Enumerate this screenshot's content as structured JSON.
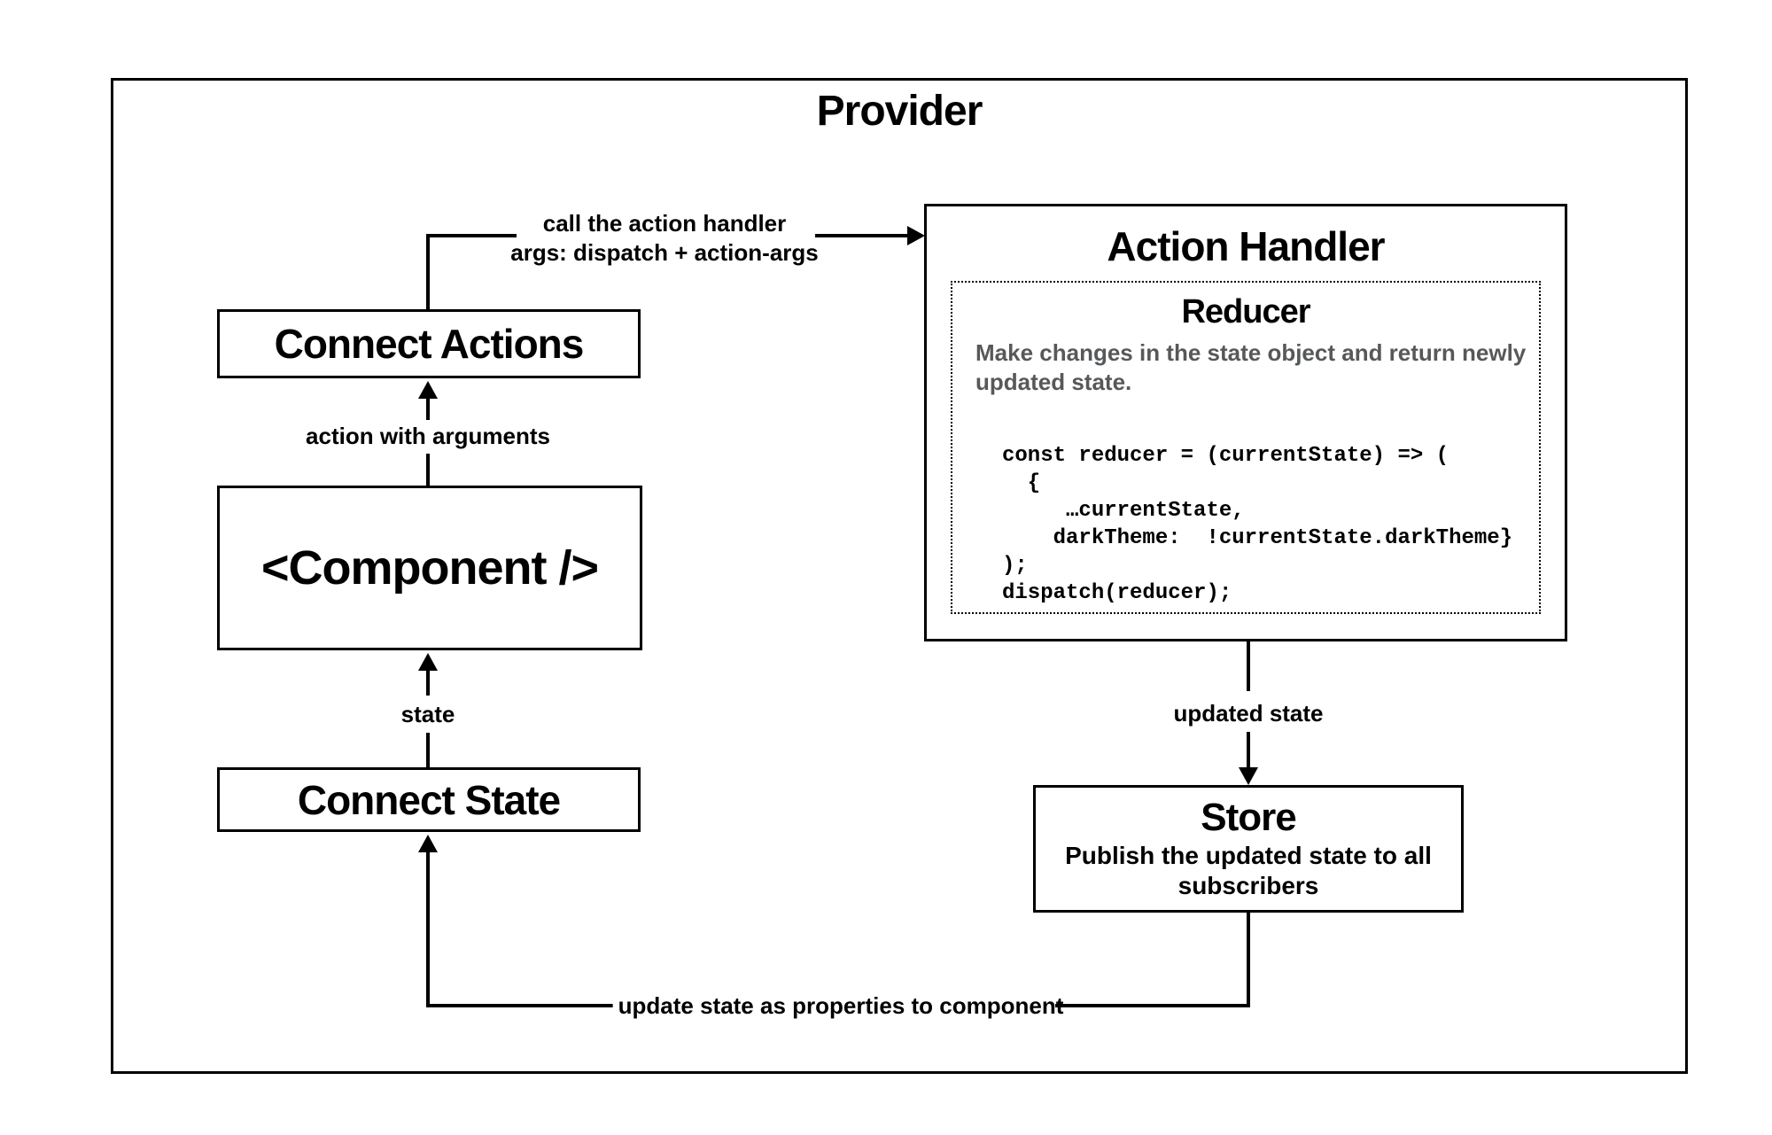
{
  "provider": {
    "title": "Provider"
  },
  "nodes": {
    "connect_actions": {
      "label": "Connect Actions"
    },
    "component": {
      "label": "<Component />"
    },
    "connect_state": {
      "label": "Connect State"
    },
    "action_handler": {
      "title": "Action Handler",
      "reducer": {
        "title": "Reducer",
        "description": "Make changes in the state object and return newly updated state.",
        "code": "const reducer = (currentState) => (\n  {\n     …currentState,\n    darkTheme:  !currentState.darkTheme}\n);\ndispatch(reducer);"
      }
    },
    "store": {
      "title": "Store",
      "description": "Publish the updated state to all subscribers"
    }
  },
  "edges": {
    "call_action_handler": {
      "label_line1": "call the action handler",
      "label_line2": "args: dispatch + action-args"
    },
    "action_with_arguments": {
      "label": "action with arguments"
    },
    "state": {
      "label": "state"
    },
    "updated_state": {
      "label": "updated state"
    },
    "update_state_to_component": {
      "label": "update state as properties to component"
    }
  },
  "colors": {
    "line": "#000000",
    "box_background": "#ffffff",
    "muted_text": "#57585a"
  }
}
